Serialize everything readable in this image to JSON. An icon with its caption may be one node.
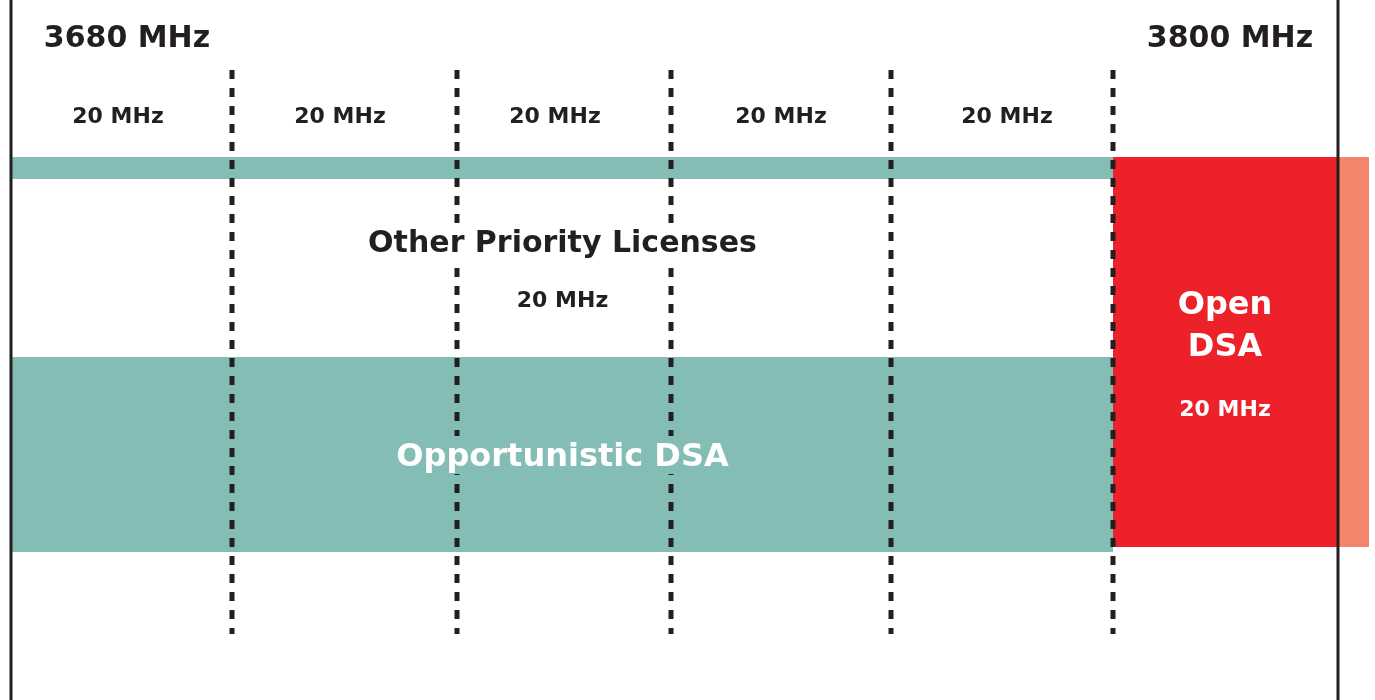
{
  "diagram": {
    "nodes": [
      {
        "text": [
          "Other Priority Licenses",
          "20 MHz"
        ]
      },
      {
        "text": [
          "Opportunistic DSA"
        ]
      },
      {
        "text": [
          "Open DSA",
          "20 MHz"
        ]
      }
    ],
    "labels": [
      "3680 MHz",
      "3800 MHz",
      "20 MHz",
      "20 MHz",
      "20 MHz",
      "20 MHz",
      "20 MHz"
    ]
  }
}
